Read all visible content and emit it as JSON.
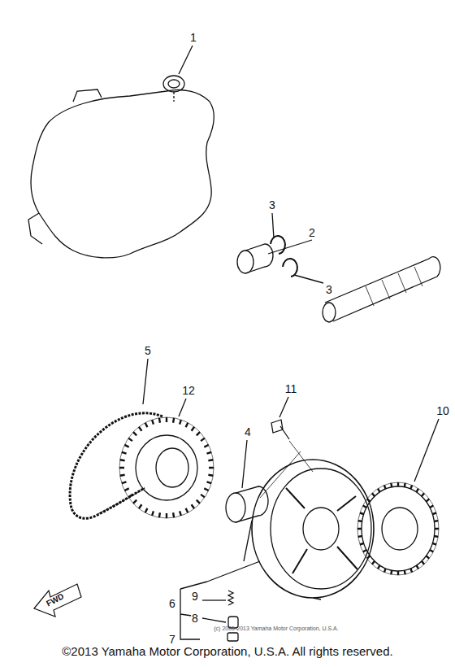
{
  "diagram": {
    "caption": "©2013 Yamaha Motor Corporation, U.S.A. All rights reserved.",
    "labels": [
      "1",
      "3",
      "2",
      "3",
      "5",
      "12",
      "4",
      "11",
      "10",
      "6",
      "9",
      "8",
      "7",
      "FWD",
      "(c) 2005-2013 Yamaha Motor Corporation, U.S.A."
    ]
  }
}
